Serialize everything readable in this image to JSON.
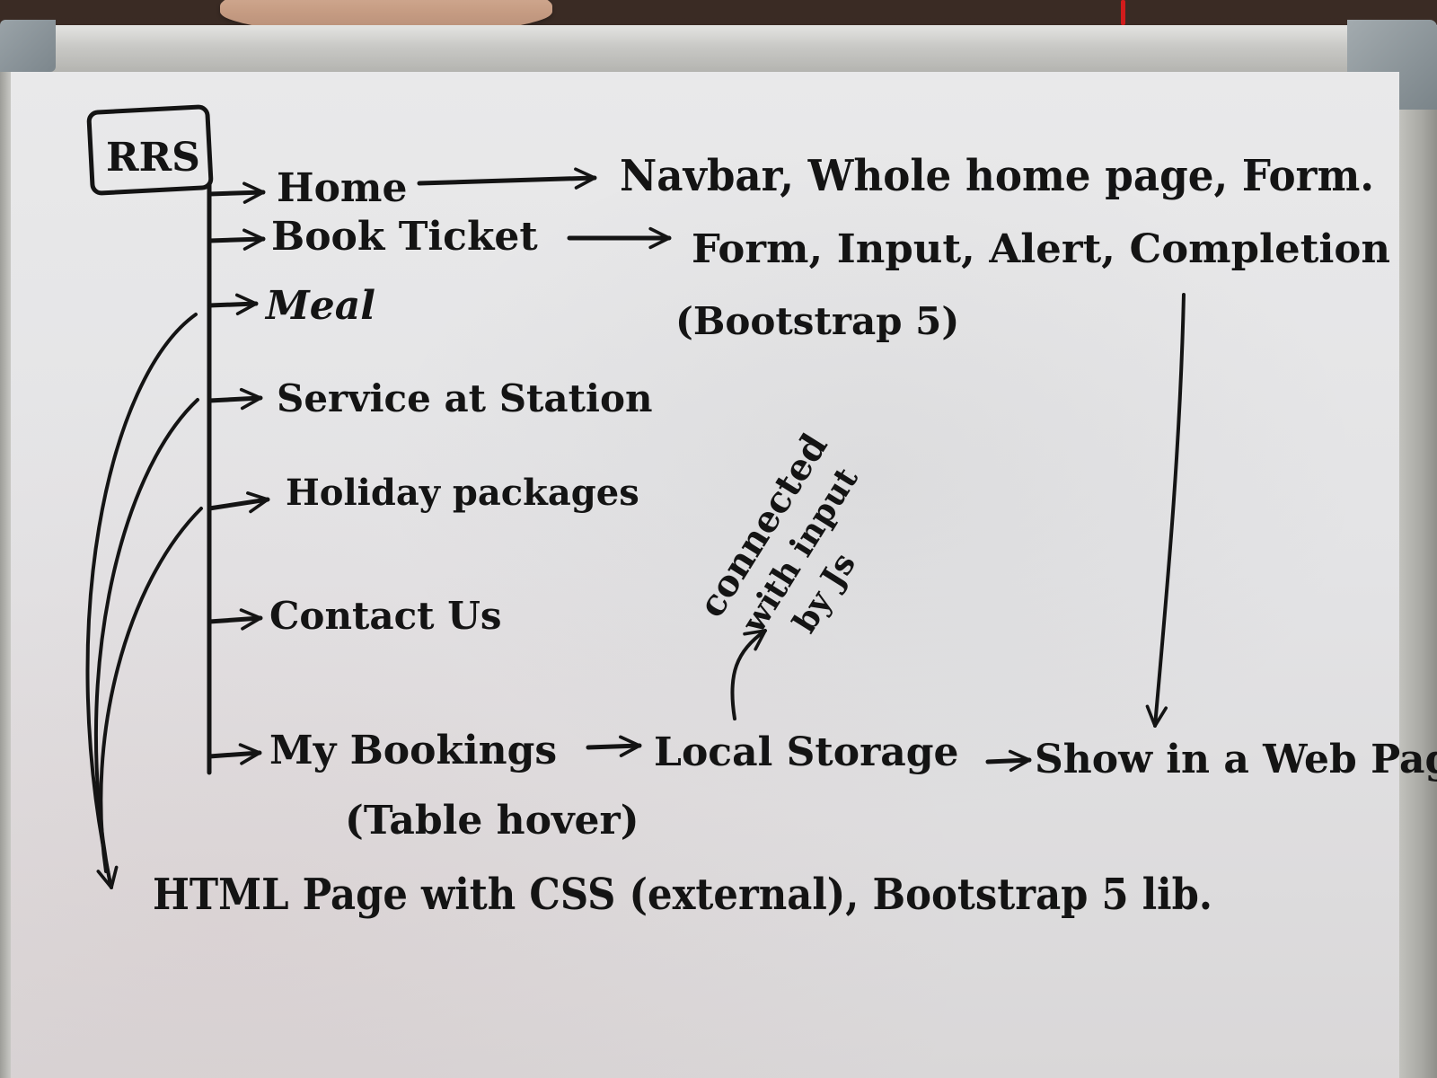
{
  "root": "RRS",
  "branches": [
    {
      "label": "Home",
      "detail": "Navbar, Whole home page, Form."
    },
    {
      "label": "Book Ticket",
      "detail": "Form, Input, Alert, Completion"
    },
    {
      "label": "Meal"
    },
    {
      "label": "Service at Station"
    },
    {
      "label": "Holiday packages"
    },
    {
      "label": "Contact Us"
    },
    {
      "label": "My Bookings"
    }
  ],
  "book_ticket_note": "(Bootstrap 5)",
  "my_bookings_note": "(Table hover)",
  "local_storage": "Local Storage",
  "show_in_web_page": "Show in a Web Page",
  "js_note": [
    "connected",
    "with input",
    "by Js"
  ],
  "footer": "HTML Page with CSS (external), Bootstrap 5 lib.",
  "colors": {
    "ink": "#141414",
    "board": "#e6e6e8",
    "frame": "#c4c4c0"
  }
}
